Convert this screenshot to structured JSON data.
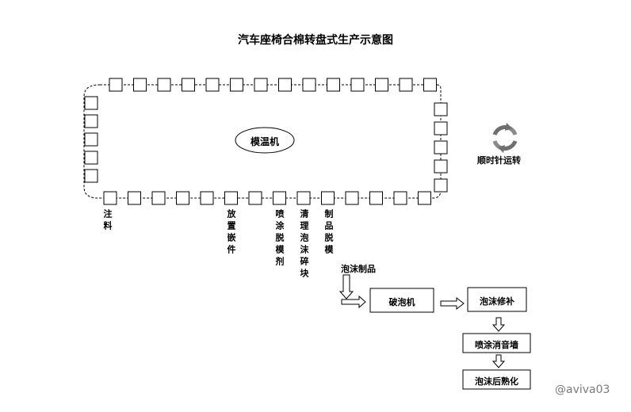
{
  "title": "汽车座椅合棉转盘式生产示意图",
  "center_machine": "模温机",
  "rotation_label": "顺时针运转",
  "stations": [
    {
      "id": "inject",
      "label": "注料"
    },
    {
      "id": "insert",
      "label": "放置嵌件"
    },
    {
      "id": "spray",
      "label": "喷涂脱模剂"
    },
    {
      "id": "clean",
      "label": "清理泡沫碎块"
    },
    {
      "id": "demold",
      "label": "制品脱模"
    }
  ],
  "foam_product_label": "泡沫制品",
  "process_boxes": {
    "crush": "破泡机",
    "repair": "泡沫修补",
    "spray_wall": "喷涂消音墙",
    "post_cure": "泡沫后熟化"
  },
  "watermark": "@aviva03"
}
